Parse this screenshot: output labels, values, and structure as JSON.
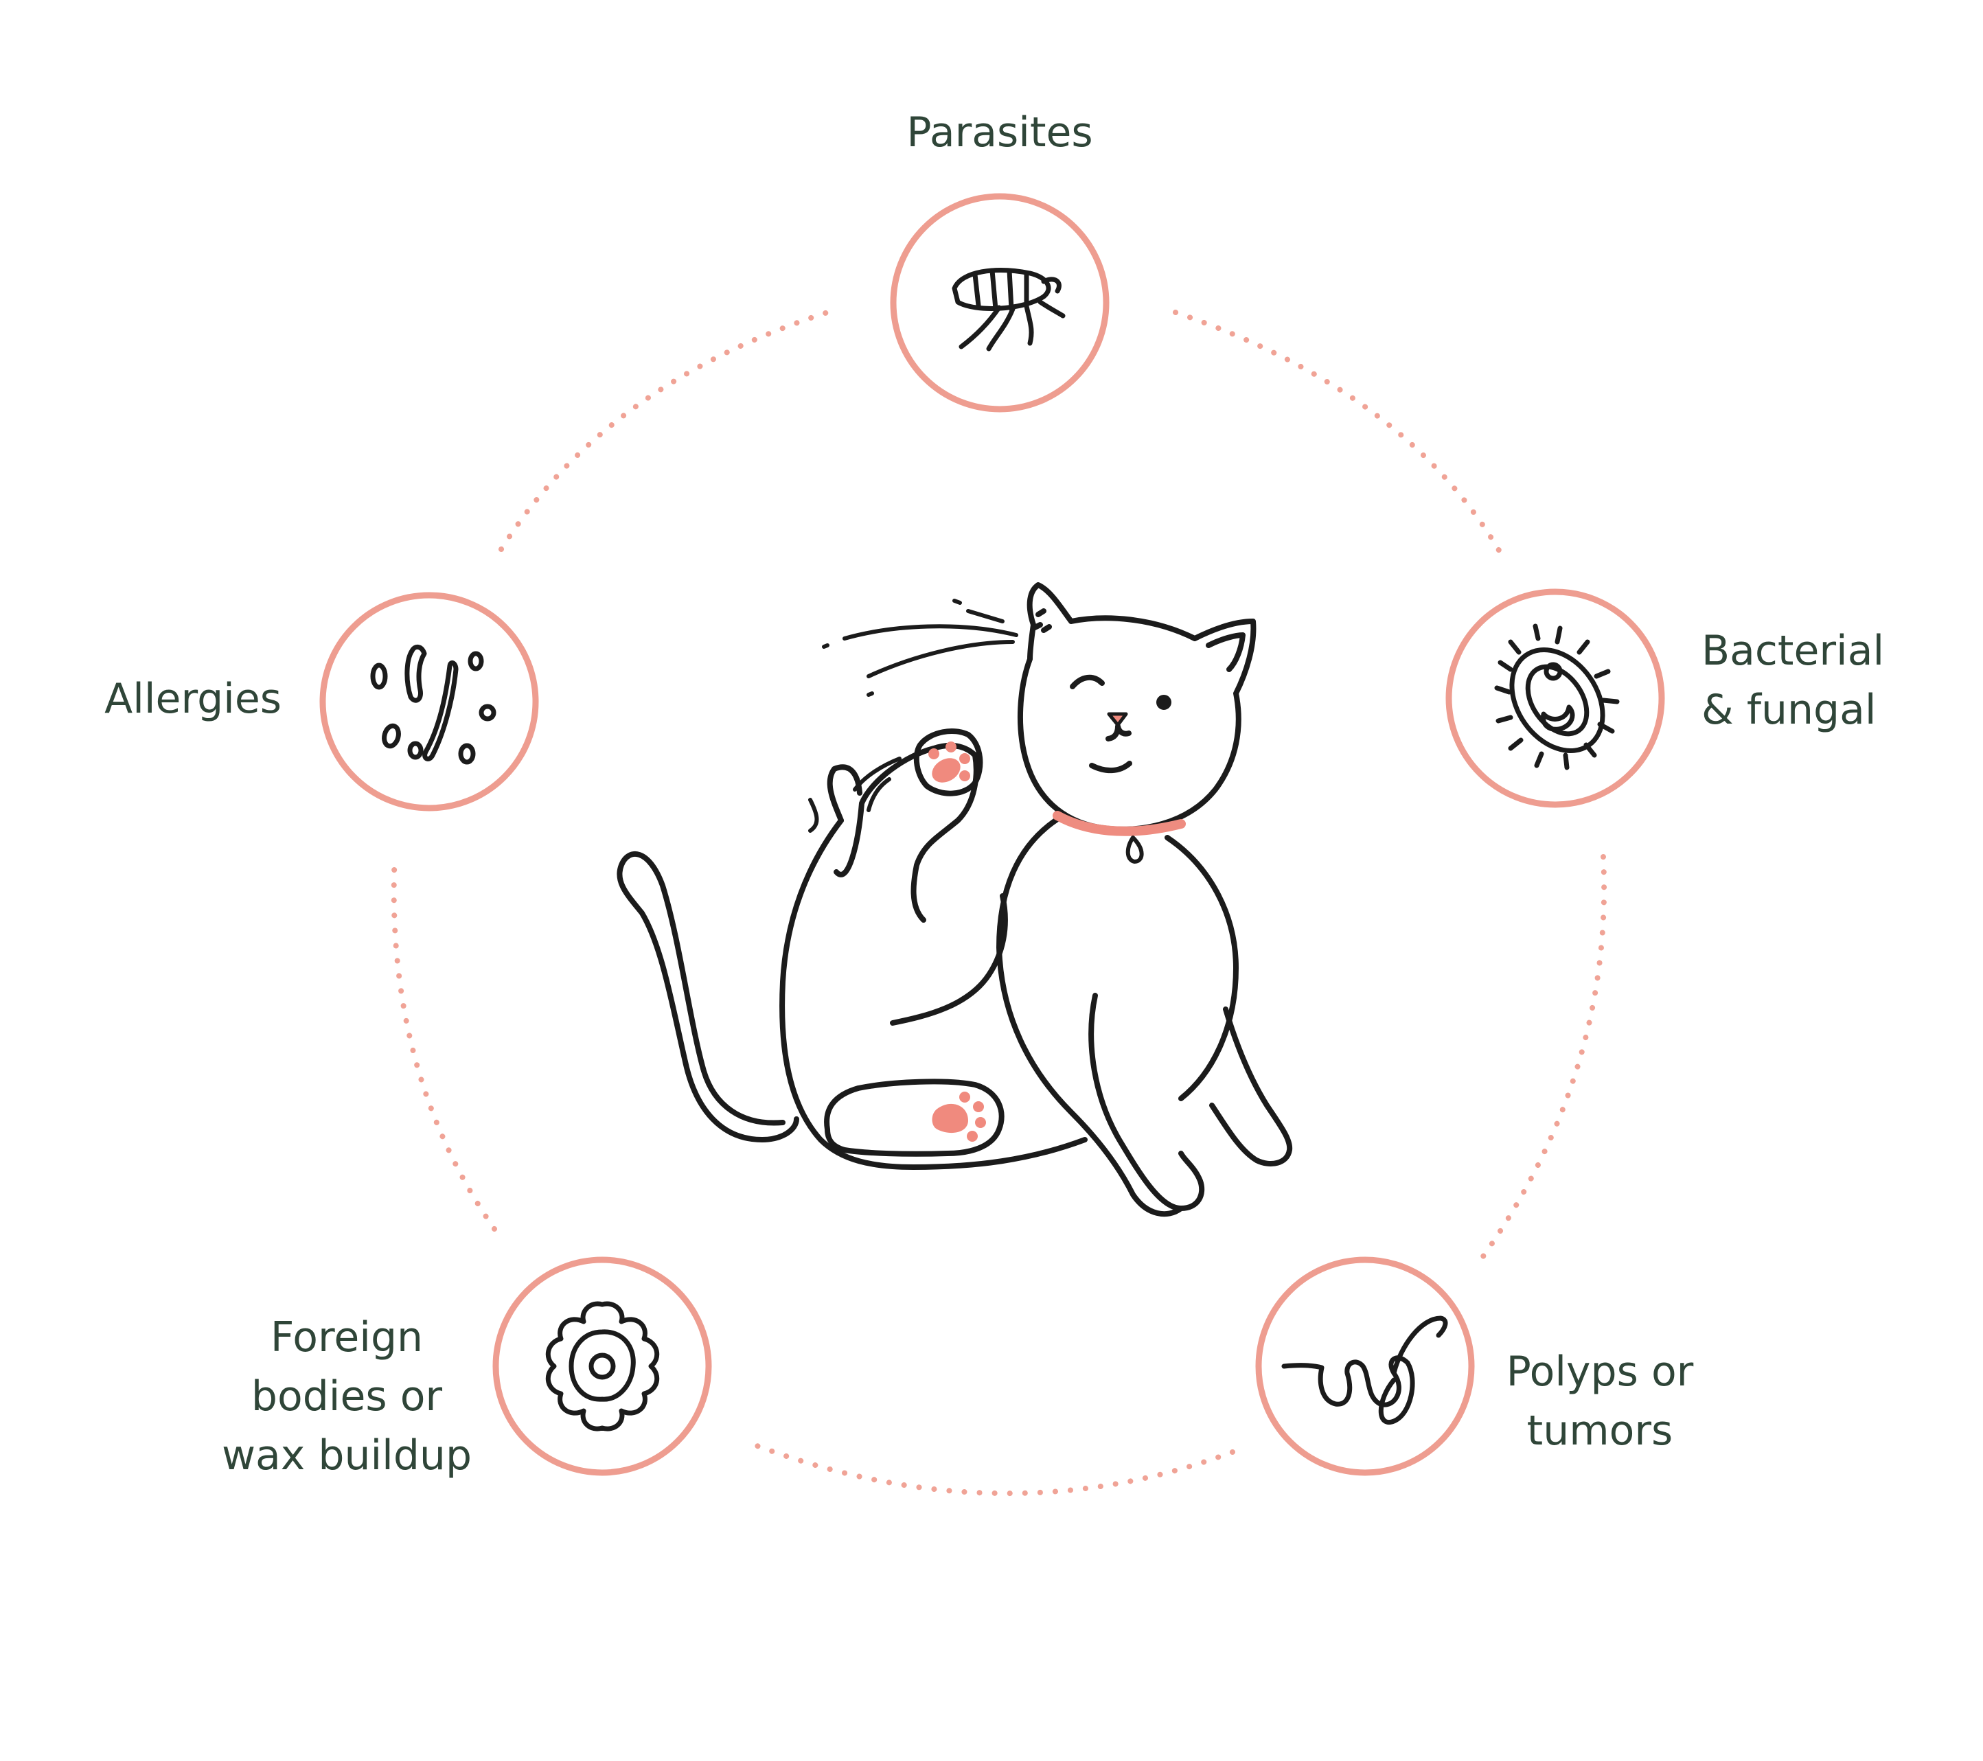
{
  "colors": {
    "ring": "#ee9d90",
    "dots": "#f0a396",
    "ink": "#1b1b1b",
    "paw": "#f08a7e",
    "collar": "#ee8c80",
    "text": "#2f4538",
    "background": "#ffffff"
  },
  "causes": [
    {
      "id": "parasites",
      "lines": [
        "Parasites"
      ],
      "icon": "flea-icon"
    },
    {
      "id": "bacterial",
      "lines": [
        "Bacterial",
        "& fungal"
      ],
      "icon": "bacterium-icon"
    },
    {
      "id": "polyps",
      "lines": [
        "Polyps or",
        "tumors"
      ],
      "icon": "polyp-icon"
    },
    {
      "id": "foreign",
      "lines": [
        "Foreign",
        "bodies or",
        "wax buildup"
      ],
      "icon": "wax-flower-icon"
    },
    {
      "id": "allergies",
      "lines": [
        "Allergies"
      ],
      "icon": "allergen-particles-icon"
    }
  ],
  "center": {
    "illustration": "cat-scratching-ear-illustration"
  }
}
